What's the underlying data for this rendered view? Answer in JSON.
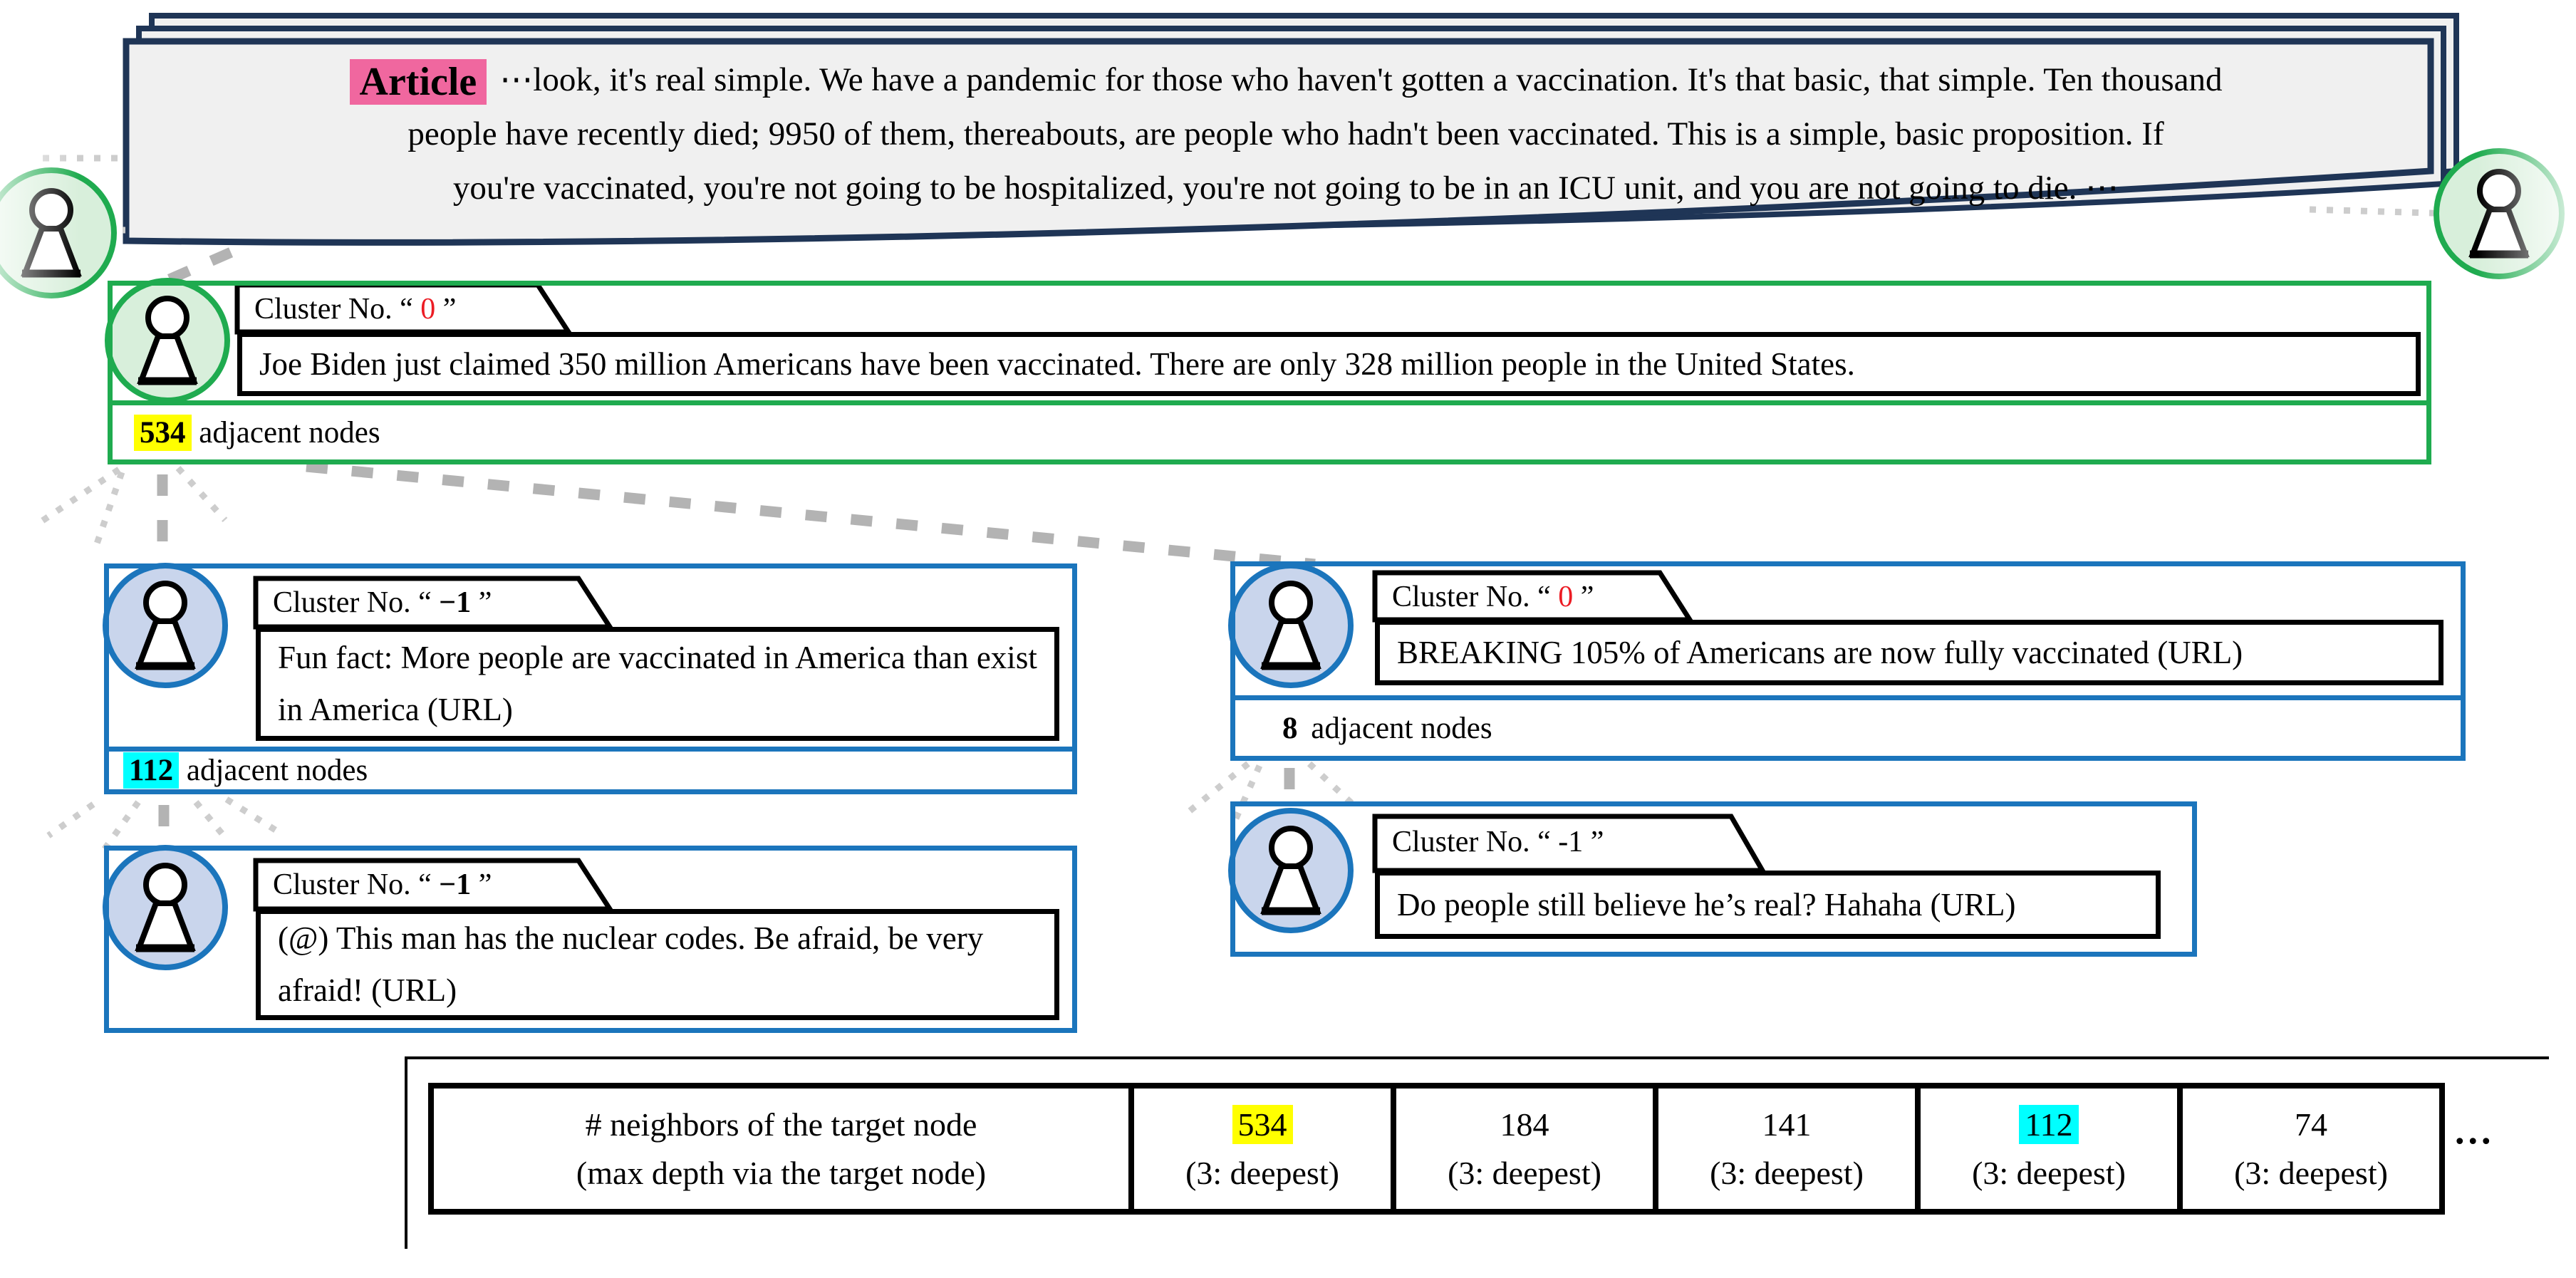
{
  "article": {
    "label": "Article",
    "lines": [
      "⋯look, it's real simple. We have a pandemic for those who haven't gotten a vaccination. It's that basic, that simple.  Ten thousand",
      "people have recently died; 9950 of them, thereabouts, are people who hadn't been vaccinated.   This is a simple, basic proposition. If",
      "you're vaccinated, you're not going to be hospitalized, you're not going to be in an ICU unit, and you are not going to die.    ⋯"
    ]
  },
  "nodes": [
    {
      "tab_prefix": "Cluster No. “ ",
      "cluster_no": "0",
      "tab_suffix": " ”",
      "tweet": "Joe Biden just claimed 350 million Americans have been vaccinated. There are only 328 million people in the United States.",
      "adjacent_count": "534",
      "adjacent_label": " adjacent nodes"
    },
    {
      "tab_prefix": "Cluster No. “ ",
      "cluster_no": "−1",
      "tab_suffix": " ”",
      "tweet": "Fun fact: More people are vaccinated in America than exist in America (URL)",
      "adjacent_count": "112",
      "adjacent_label": " adjacent nodes"
    },
    {
      "tab_prefix": "Cluster No. “ ",
      "cluster_no": "−1",
      "tab_suffix": " ”",
      "tweet": "(@) This man has the nuclear codes. Be afraid, be very afraid! (URL)"
    },
    {
      "tab_prefix": "Cluster No. “ ",
      "cluster_no": "0",
      "tab_suffix": " ”",
      "tweet": "BREAKING 105% of Americans are now fully vaccinated (URL)",
      "adjacent_count": "8",
      "adjacent_label": " adjacent nodes"
    },
    {
      "tab_prefix": "Cluster No. “ ",
      "cluster_no": "-1",
      "tab_suffix": " ”",
      "tweet": "Do people still believe he’s real? Hahaha (URL)"
    }
  ],
  "table": {
    "header_line1": "# neighbors of the target node",
    "header_line2": "(max depth via the target node)",
    "cells": [
      {
        "value": "534",
        "depth": "(3: deepest)",
        "highlight": "#ffff00"
      },
      {
        "value": "184",
        "depth": "(3: deepest)",
        "highlight": ""
      },
      {
        "value": "141",
        "depth": "(3: deepest)",
        "highlight": ""
      },
      {
        "value": "112",
        "depth": "(3: deepest)",
        "highlight": "#00ffff"
      },
      {
        "value": "74",
        "depth": "(3: deepest)",
        "highlight": ""
      }
    ],
    "ellipsis": "..."
  },
  "colors": {
    "green_border": "#1fab4f",
    "green_fill": "#d8efdb",
    "blue_border": "#1b75bc",
    "blue_fill": "#c9d5ec",
    "navy": "#1f3556",
    "article_fill": "#f0f0f0",
    "pink_highlight": "#f0679f",
    "yellow_highlight": "#ffff00",
    "cyan_highlight": "#00ffff",
    "red_cluster_zero": "#ec1c24",
    "connector_gray": "#b3b3b3"
  }
}
